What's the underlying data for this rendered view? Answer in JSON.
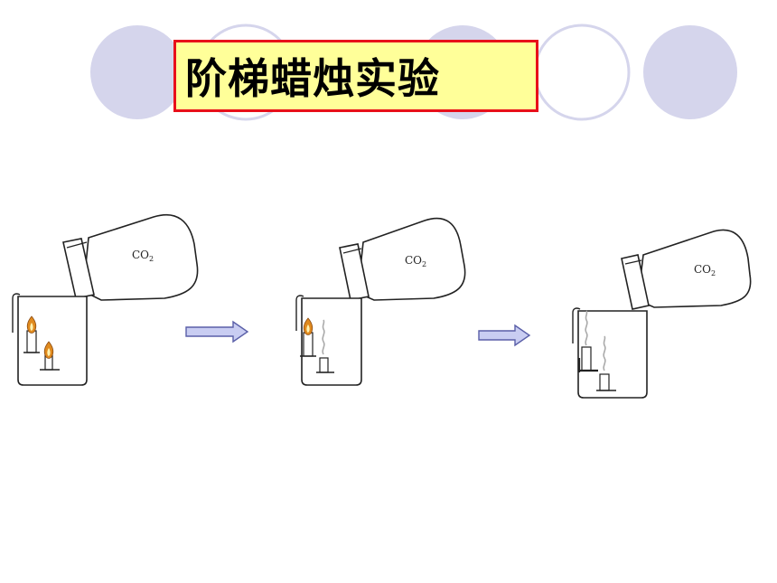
{
  "title": "阶梯蜡烛实验",
  "gas_label": "CO",
  "gas_subscript": "2",
  "colors": {
    "circle_filled": "#d5d5ec",
    "circle_outline": "#d5d5ec",
    "title_bg": "#ffff99",
    "title_border": "#e8101a",
    "arrow_fill": "#c9cdf2",
    "arrow_stroke": "#5a5fa8",
    "flame": "#e08a1e"
  },
  "stages": [
    {
      "label_gas": "CO",
      "label_sub": "2"
    },
    {
      "label_gas": "CO",
      "label_sub": "2"
    },
    {
      "label_gas": "CO",
      "label_sub": "2"
    }
  ]
}
